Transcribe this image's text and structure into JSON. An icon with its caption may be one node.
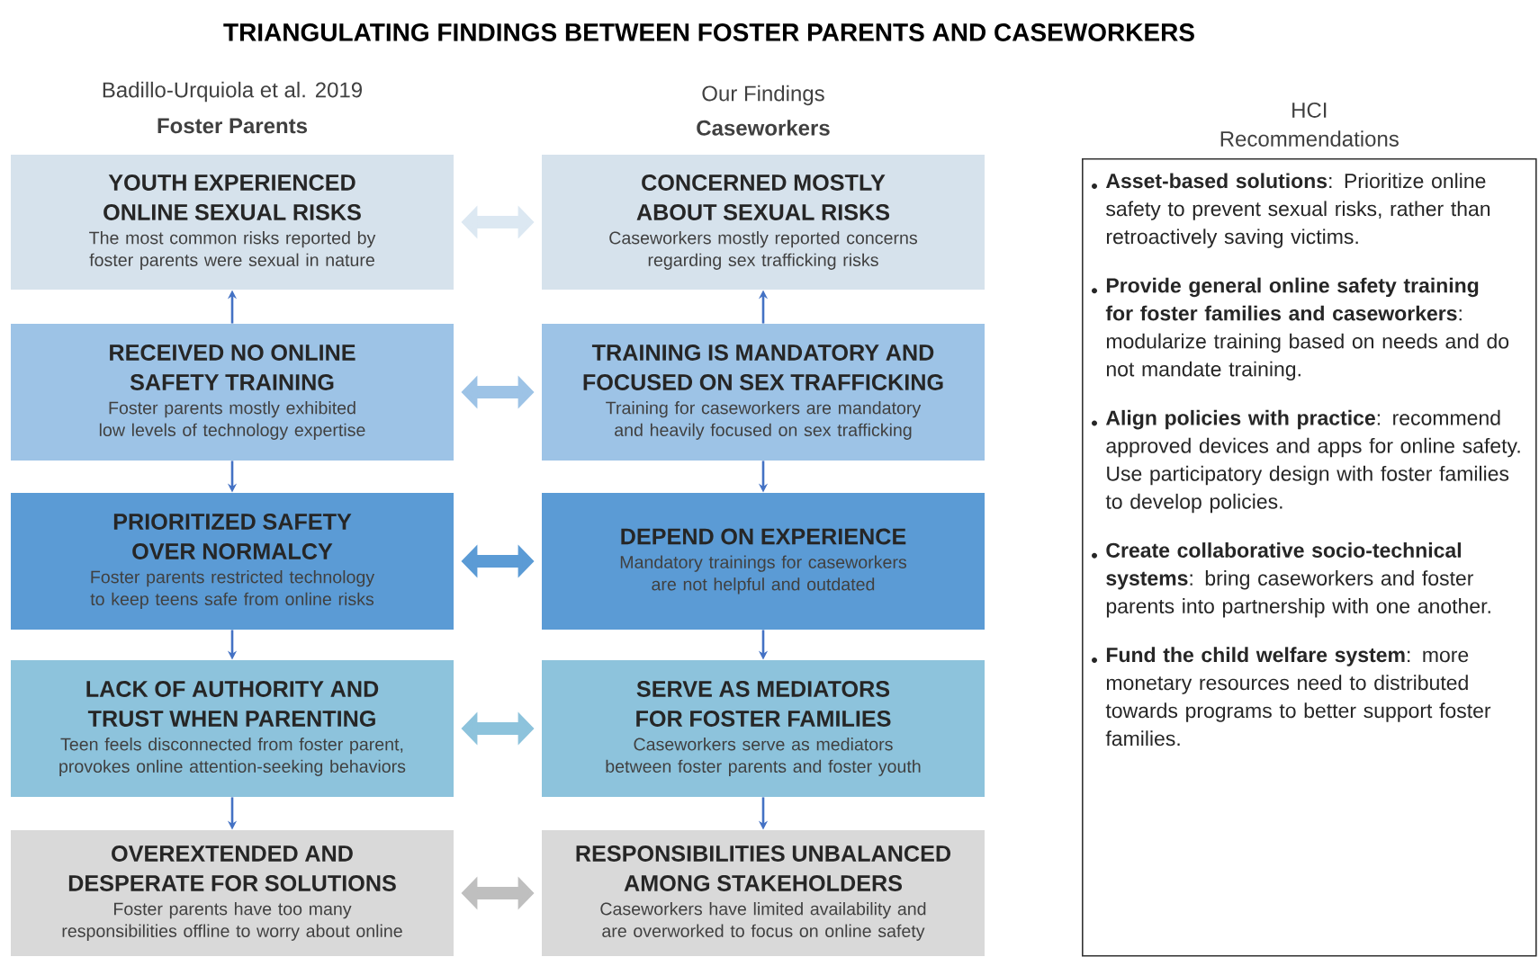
{
  "diagram": {
    "title": "TRIANGULATING FINDINGS BETWEEN FOSTER PARENTS AND CASEWORKERS",
    "nodes": [
      {
        "text": [
          "YOUTH EXPERIENCED ONLINE SEXUAL RISKS",
          "The most common risks reported by foster parents were sexual in nature"
        ]
      },
      {
        "text": [
          "RECEIVED NO ONLINE SAFETY TRAINING",
          "Foster parents mostly exhibited low levels of technology expertise"
        ]
      },
      {
        "text": [
          "PRIORITIZED SAFETY OVER NORMALCY",
          "Foster parents restricted technology to keep teens safe from online risks"
        ]
      },
      {
        "text": [
          "LACK OF AUTHORITY AND TRUST WHEN PARENTING",
          "Teen feels disconnected from foster parent, provokes online attention-seeking behaviors"
        ]
      },
      {
        "text": [
          "OVEREXTENDED AND DESPERATE FOR SOLUTIONS",
          "Foster parents have too many responsibilities offline to worry about online"
        ]
      },
      {
        "text": [
          "CONCERNED MOSTLY ABOUT SEXUAL RISKS",
          "Caseworkers mostly reported concerns regarding sex trafficking risks"
        ]
      },
      {
        "text": [
          "TRAINING IS MANDATORY AND FOCUSED ON SEX TRAFFICKING",
          "Training for caseworkers are mandatory and heavily focused on sex trafficking"
        ]
      },
      {
        "text": [
          "DEPEND ON EXPERIENCE",
          "Mandatory trainings for caseworkers are not helpful and outdated"
        ]
      },
      {
        "text": [
          "SERVE AS MEDIATORS FOR FOSTER FAMILIES",
          "Caseworkers serve as mediators between foster parents and foster youth"
        ]
      },
      {
        "text": [
          "RESPONSIBILITIES UNBALANCED AMONG STAKEHOLDERS",
          "Caseworkers have limited availability and are overworked to focus on online safety"
        ]
      },
      {
        "text": [
          "HCI Recommendations",
          "**Asset-based solutions**: Prioritize online safety to prevent sexual risks, rather than retroactively saving victims.",
          "**Provide general online safety training for foster families and caseworkers**: modularize training based on needs and do not mandate training.",
          "**Align policies with practice**: recommend approved devices and apps for online safety. Use participatory design with foster families to develop policies.",
          "**Create collaborative socio-technical systems**: bring caseworkers and foster parents into partnership with one another.",
          "**Fund the child welfare system**: more monetary resources need to distributed towards programs to better support foster families."
        ]
      }
    ],
    "edges": [
      {
        "from": 1,
        "to": 0,
        "arrow": "to"
      },
      {
        "from": 1,
        "to": 2,
        "arrow": "to"
      },
      {
        "from": 2,
        "to": 3,
        "arrow": "to"
      },
      {
        "from": 3,
        "to": 4,
        "arrow": "to"
      },
      {
        "from": 6,
        "to": 5,
        "arrow": "to"
      },
      {
        "from": 6,
        "to": 7,
        "arrow": "to"
      },
      {
        "from": 7,
        "to": 8,
        "arrow": "to"
      },
      {
        "from": 8,
        "to": 9,
        "arrow": "to"
      },
      {
        "from": 0,
        "to": 5,
        "arrow": "both",
        "style": "thick",
        "color": "#dce8f2"
      },
      {
        "from": 1,
        "to": 6,
        "arrow": "both",
        "style": "thick",
        "color": "#9dc3e6"
      },
      {
        "from": 2,
        "to": 7,
        "arrow": "both",
        "style": "thick",
        "color": "#5b9bd5"
      },
      {
        "from": 3,
        "to": 8,
        "arrow": "both",
        "style": "thick",
        "color": "#8dc3dc"
      },
      {
        "from": 4,
        "to": 9,
        "arrow": "both",
        "style": "thick",
        "color": "#bfbfbf"
      }
    ],
    "labels": [
      "Badillo-Urquiola et al. 2019",
      "Foster Parents",
      "Our Findings",
      "Caseworkers"
    ]
  }
}
